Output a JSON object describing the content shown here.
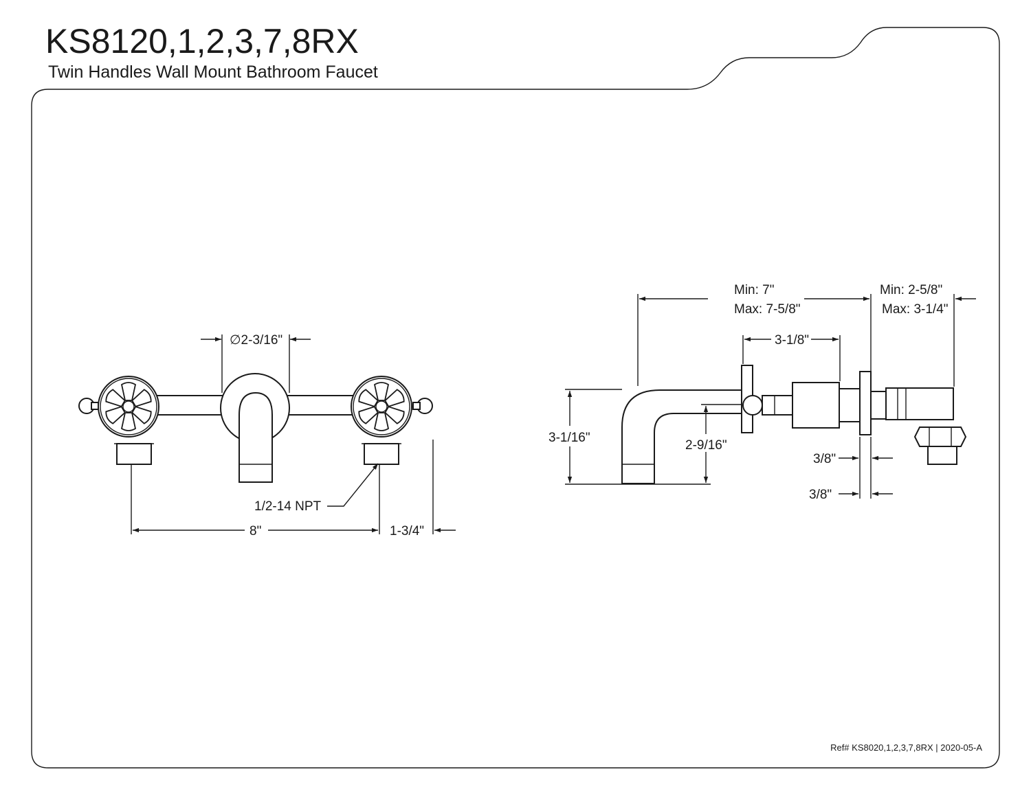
{
  "header": {
    "title": "KS8120,1,2,3,7,8RX",
    "subtitle": "Twin Handles Wall Mount Bathroom Faucet"
  },
  "front_view": {
    "dims": {
      "diameter": "∅2-3/16\"",
      "npt": "1/2-14 NPT",
      "width": "8\"",
      "depth": "1-3/4\""
    }
  },
  "side_view": {
    "dims": {
      "reach_min": "Min: 7\"",
      "reach_max": "Max: 7-5/8\"",
      "wall_min": "Min: 2-5/8\"",
      "wall_max": "Max: 3-1/4\"",
      "body": "3-1/8\"",
      "height": "3-1/16\"",
      "outlet": "2-9/16\"",
      "flange_a": "3/8\"",
      "flange_b": "3/8\""
    }
  },
  "footer": {
    "ref": "Ref# KS8020,1,2,3,7,8RX | 2020-05-A"
  }
}
